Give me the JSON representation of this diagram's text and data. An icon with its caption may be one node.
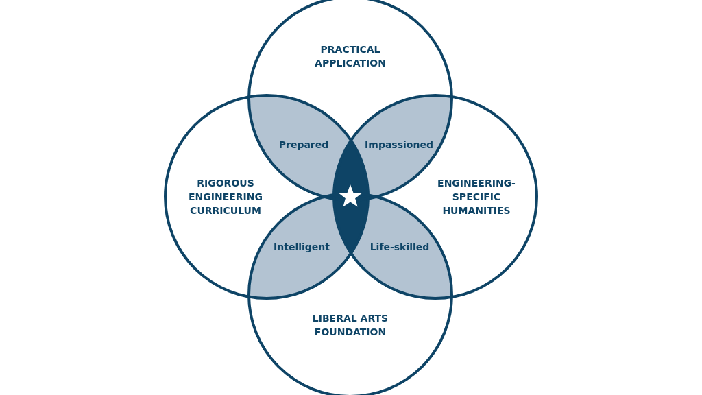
{
  "diagram": {
    "nodes": [
      {
        "text": [
          "PRACTICAL APPLICATION"
        ]
      },
      {
        "text": [
          "RIGOROUS ENGINEERING CURRICULUM"
        ]
      },
      {
        "text": [
          "ENGINEERING-SPECIFIC HUMANITIES"
        ]
      },
      {
        "text": [
          "LIBERAL ARTS FOUNDATION"
        ]
      },
      {
        "text": [
          "Prepared"
        ]
      },
      {
        "text": [
          "Impassioned"
        ]
      },
      {
        "text": [
          "Intelligent"
        ]
      },
      {
        "text": [
          "Life-skilled"
        ]
      },
      {
        "text": [],
        "shape": "star"
      }
    ]
  }
}
